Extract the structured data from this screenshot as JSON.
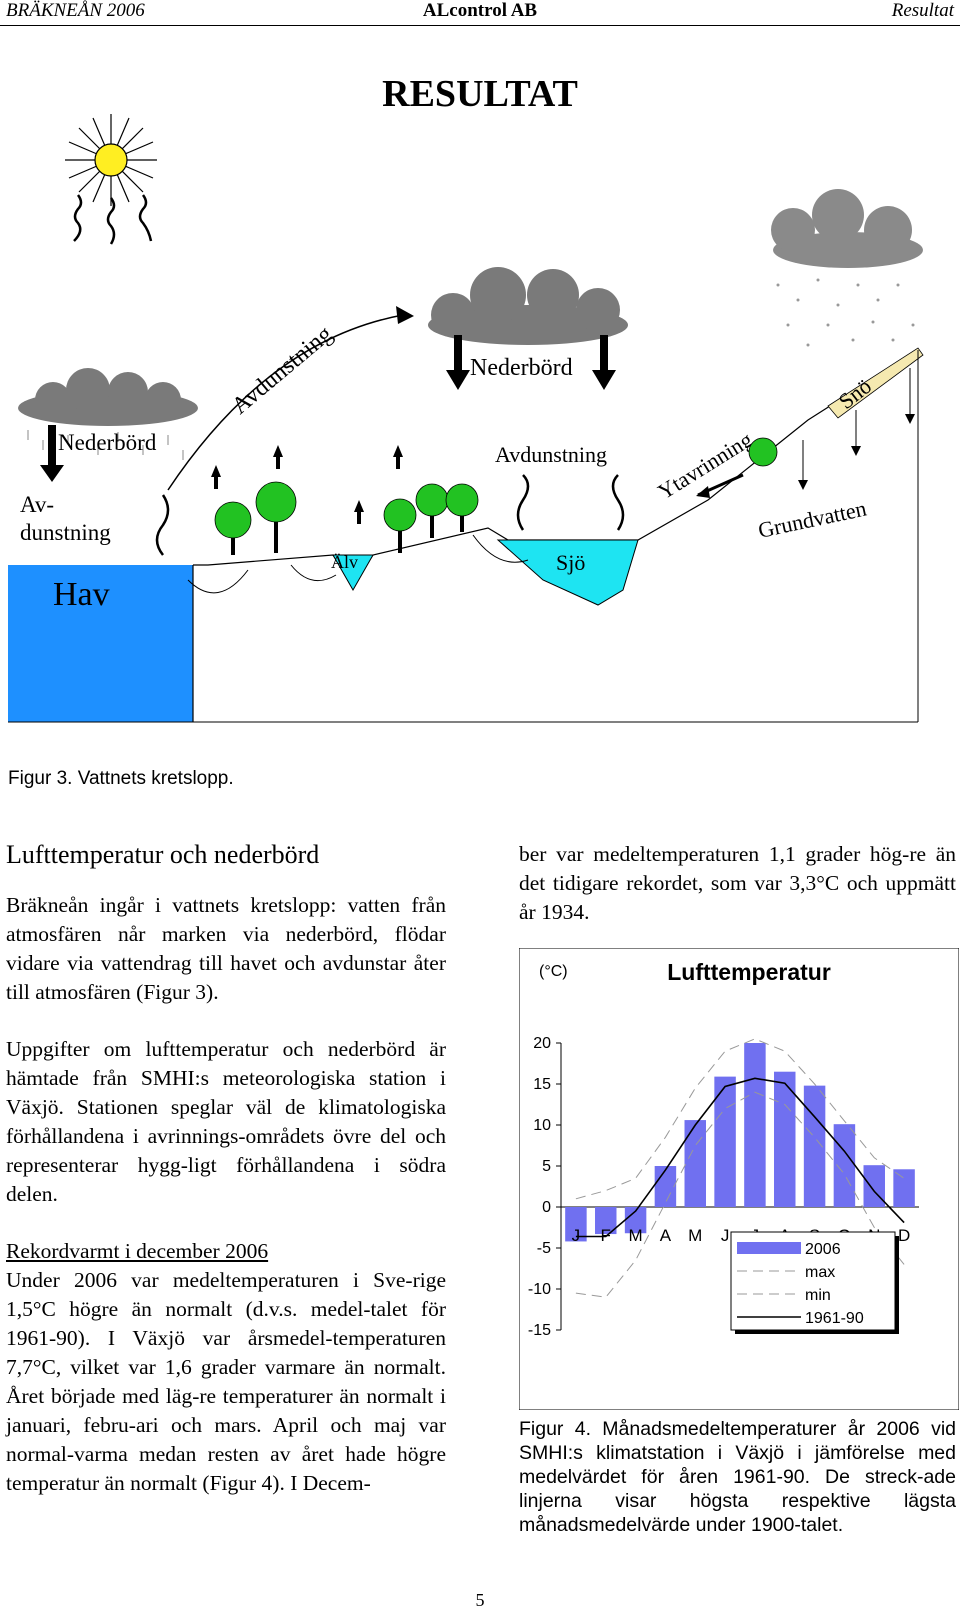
{
  "header": {
    "left": "BRÄKNEÅN 2006",
    "center": "ALcontrol AB",
    "right": "Resultat"
  },
  "title": "RESULTAT",
  "diagram": {
    "labels": {
      "avdunstning_diag": "Avdunstning",
      "nederbord_left": "Nederbörd",
      "nederbord_center": "Nederbörd",
      "avdunstning_line1": "Av-",
      "avdunstning_line2": "dunstning",
      "hav": "Hav",
      "alv": "Älv",
      "sjo": "Sjö",
      "avdunstning_center": "Avdunstning",
      "ytavrinning": "Ytavrinning",
      "sno": "Snö",
      "grundvatten": "Grundvatten"
    },
    "colors": {
      "water": "#1e90ff",
      "lake": "#1ee4f2",
      "snow": "#f5e9b0",
      "tree": "#22c222",
      "cloud": "#7a7a7a",
      "sun": "#ffee22"
    },
    "caption": "Figur 3. Vattnets kretslopp."
  },
  "left_column": {
    "heading": "Lufttemperatur och nederbörd",
    "p1": "Bräkneån ingår i vattnets kretslopp: vatten från atmosfären når marken via nederbörd, flödar vidare via vattendrag till havet och avdunstar åter till atmosfären (Figur 3).",
    "p2": "Uppgifter om lufttemperatur och nederbörd är hämtade från SMHI:s meteorologiska station i Växjö. Stationen speglar väl de klimatologiska förhållandena i avrinnings-områdets övre del och representerar hygg-ligt förhållandena i södra delen.",
    "subheading": "Rekordvarmt i december 2006",
    "p3": "Under 2006 var medeltemperaturen i Sve-rige 1,5°C högre än normalt (d.v.s. medel-talet för 1961-90). I Växjö var årsmedel-temperaturen 7,7°C, vilket var 1,6 grader varmare än normalt. Året började med läg-re temperaturer än normalt i januari, febru-ari och mars. April och maj var normal-varma medan resten av året hade högre temperatur än normalt (Figur 4). I Decem-"
  },
  "right_column": {
    "p1": "ber var medeltemperaturen 1,1 grader hög-re än det tidigare rekordet, som var 3,3°C och uppmätt år 1934."
  },
  "chart_data": {
    "type": "bar",
    "title": "Lufttemperatur",
    "ylabel": "(°C)",
    "categories": [
      "J",
      "F",
      "M",
      "A",
      "M",
      "J",
      "J",
      "A",
      "S",
      "O",
      "N",
      "D"
    ],
    "ylim": [
      -15,
      20
    ],
    "yticks": [
      20,
      15,
      10,
      5,
      0,
      -5,
      -10,
      -15
    ],
    "series": [
      {
        "name": "2006",
        "type": "bar",
        "color": "#7070f0",
        "values": [
          -4.2,
          -3.3,
          -3.2,
          5.0,
          10.6,
          15.9,
          20.0,
          16.5,
          14.8,
          10.1,
          5.1,
          4.6
        ]
      },
      {
        "name": "max",
        "type": "line",
        "style": "dashed",
        "values": [
          1.0,
          2.0,
          3.5,
          8.5,
          14.5,
          19.0,
          20.5,
          19.0,
          15.0,
          10.5,
          6.0,
          3.5
        ]
      },
      {
        "name": "min",
        "type": "line",
        "style": "dashed",
        "values": [
          -10.5,
          -11.0,
          -6.5,
          0.5,
          7.5,
          12.0,
          14.0,
          12.5,
          8.5,
          4.0,
          -2.5,
          -7.0
        ]
      },
      {
        "name": "1961-90",
        "type": "line",
        "style": "solid",
        "values": [
          -3.6,
          -3.6,
          -0.5,
          4.5,
          10.0,
          14.7,
          15.7,
          15.1,
          11.0,
          6.8,
          1.9,
          -1.9
        ]
      }
    ],
    "legend_position": "bottom-right",
    "grid": false
  },
  "fig4_caption": "Figur 4. Månadsmedeltemperaturer år 2006 vid SMHI:s klimatstation i Växjö i jämförelse med medelvärdet för åren 1961-90. De streck-ade linjerna visar högsta respektive lägsta månadsmedelvärde under 1900-talet.",
  "page_number": "5"
}
